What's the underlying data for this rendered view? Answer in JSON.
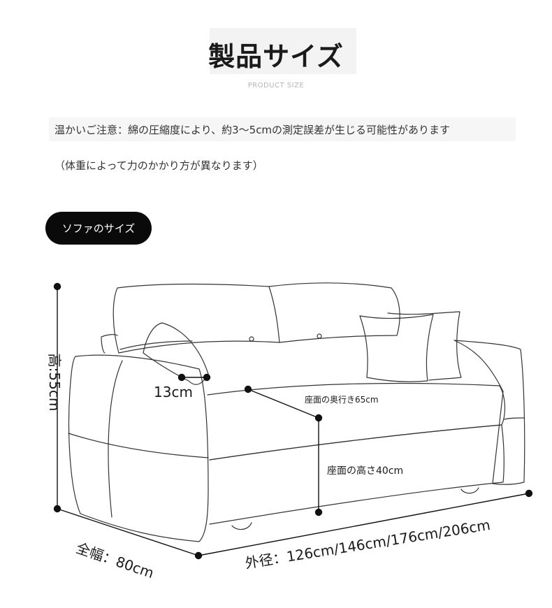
{
  "header": {
    "title": "製品サイズ",
    "subtitle": "PRODUCT SIZE"
  },
  "notice": {
    "line1": "温かいご注意：綿の圧縮度により、約3～5cmの測定誤差が生じる可能性があります",
    "line2": "（体重によって力のかかり方が異なります）"
  },
  "section": {
    "badge": "ソファのサイズ"
  },
  "dimensions": {
    "height": "高:55cm",
    "armrest": "13cm",
    "seat_depth": "座面の奥行き65cm",
    "seat_height": "座面の高さ40cm",
    "width": "全幅：80cm",
    "length": "外径：126cm/146cm/176cm/206cm"
  }
}
